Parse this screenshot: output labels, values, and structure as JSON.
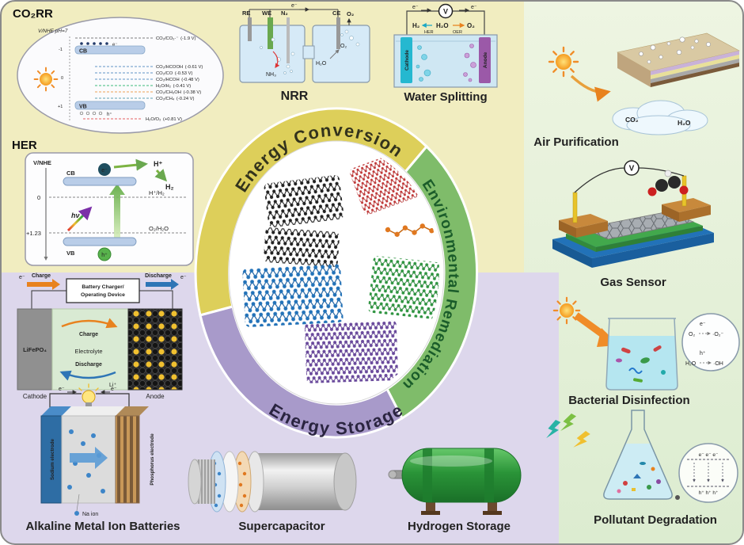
{
  "ring": {
    "conversion": "Energy Conversion",
    "remediation": "Environmental Remediation",
    "storage": "Energy Storage"
  },
  "co2rr": {
    "title": "CO₂RR",
    "axis": "V/NHE pH=7",
    "tick_m1": "-1",
    "tick_0": "0",
    "tick_p1": "+1",
    "e": "e⁻",
    "h": "h⁺",
    "cb": "CB",
    "vb": "VB",
    "top_label": "CO₂/CO₂·⁻",
    "top_value": "(-1.9 V)",
    "levels": [
      {
        "label": "CO₂/HCOOH",
        "value": "(-0.61 V)"
      },
      {
        "label": "CO₂/CO",
        "value": "(-0.53 V)"
      },
      {
        "label": "CO₂/HCOH",
        "value": "(-0.48 V)"
      },
      {
        "label": "H₂O/H₂",
        "value": "(-0.41 V)"
      },
      {
        "label": "CO₂/CH₃OH",
        "value": "(-0.38 V)"
      },
      {
        "label": "CO₂/CH₄",
        "value": "(-0.24 V)"
      }
    ],
    "bottom_label": "H₂O/O₂",
    "bottom_value": "(+0.81 V)"
  },
  "her": {
    "title": "HER",
    "axis": "V/NHE",
    "zero": "0",
    "v123": "+1.23",
    "cb": "CB",
    "vb": "VB",
    "e": "e⁻",
    "h": "h⁺",
    "hplus": "H⁺",
    "h2": "H₂",
    "line_h": "H⁺/H₂",
    "line_o": "O₂/H₂O",
    "hv": "hν"
  },
  "nrr": {
    "title": "NRR",
    "re": "RE",
    "we": "WE",
    "n2": "N₂",
    "ce": "CE",
    "o2": "O₂",
    "e": "e⁻",
    "nh3": "NH₃",
    "h2o": "H₂O"
  },
  "water": {
    "title": "Water Splitting",
    "v": "V",
    "e": "e⁻",
    "h2": "H₂",
    "h2o": "H₂O",
    "o2": "O₂",
    "her": "HER",
    "oer": "OER",
    "cathode": "Cathode",
    "anode": "Anode"
  },
  "air": {
    "title": "Air Purification",
    "co2": "CO₂",
    "h2o": "H₂O"
  },
  "sensor": {
    "title": "Gas Sensor",
    "v": "V"
  },
  "bacteria": {
    "title": "Bacterial Disinfection",
    "e": "e⁻",
    "h": "h⁺",
    "o2": "O₂",
    "o2rad": "·O₂⁻",
    "h2o": "H₂O",
    "oh": "·OH"
  },
  "pollutant": {
    "title": "Pollutant Degradation",
    "e_row": "e⁻   e⁻   e⁻",
    "h_row": "h⁺   h⁺   h⁺"
  },
  "battery": {
    "title": "Alkaline Metal Ion Batteries",
    "e": "e⁻",
    "charge": "Charge",
    "discharge": "Discharge",
    "device1": "Battery Charger/",
    "device2": "Operating Device",
    "cathode_material": "LiFePO₄",
    "electrolyte": "Electrolyte",
    "li": "Li⁺",
    "cathode": "Cathode",
    "anode": "Anode",
    "sodium": "Sodium electrode",
    "phosphorus": "Phosphorus electrode",
    "na_ion": "Na ion"
  },
  "supercap": {
    "title": "Supercapacitor"
  },
  "hydrogen": {
    "title": "Hydrogen Storage"
  },
  "colors": {
    "conversion_bg": "#f1edc0",
    "storage_bg": "#ddd7ec",
    "remediation_bg": "#e7f2dc",
    "ring_yellow": "#ddcf5a",
    "ring_green": "#7fbc6a",
    "ring_purple": "#a89aca"
  }
}
